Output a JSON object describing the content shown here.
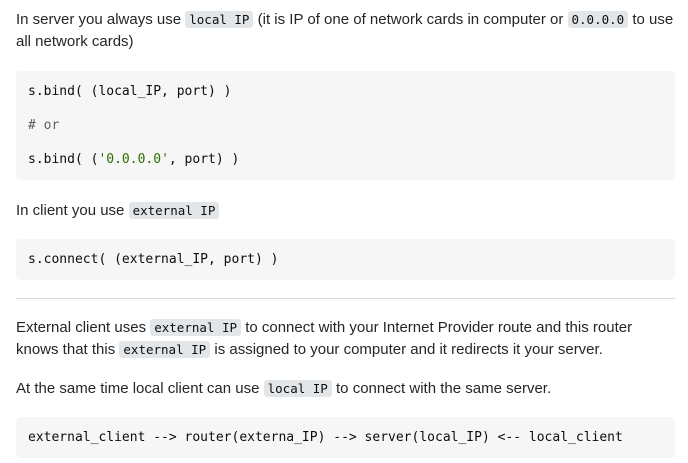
{
  "para1": {
    "t1": "In server you always use ",
    "code1": "local IP",
    "t2": " (it is IP of one of network cards in computer or ",
    "code2": "0.0.0.0",
    "t3": " to use all network cards)"
  },
  "code_block1": {
    "line1_pre": "s.bind( (local_IP, port) )",
    "line2_comment": "# or",
    "line3_start": "s.bind( (",
    "line3_string": "'0.0.0.0'",
    "line3_end": ", port) )"
  },
  "para2": {
    "t1": "In client you use ",
    "code1": "external IP"
  },
  "code_block2": {
    "line1": "s.connect( (external_IP, port) )"
  },
  "para3": {
    "t1": "External client uses ",
    "code1": "external IP",
    "t2": " to connect with your Internet Provider route and this router knows that this ",
    "code2": "external IP",
    "t3": " is assigned to your computer and it redirects it your server."
  },
  "para4": {
    "t1": "At the same time local client can use ",
    "code1": "local IP",
    "t2": " to connect with the same server."
  },
  "code_block3": {
    "line1": "external_client --> router(externa_IP) --> server(local_IP) <-- local_client"
  }
}
